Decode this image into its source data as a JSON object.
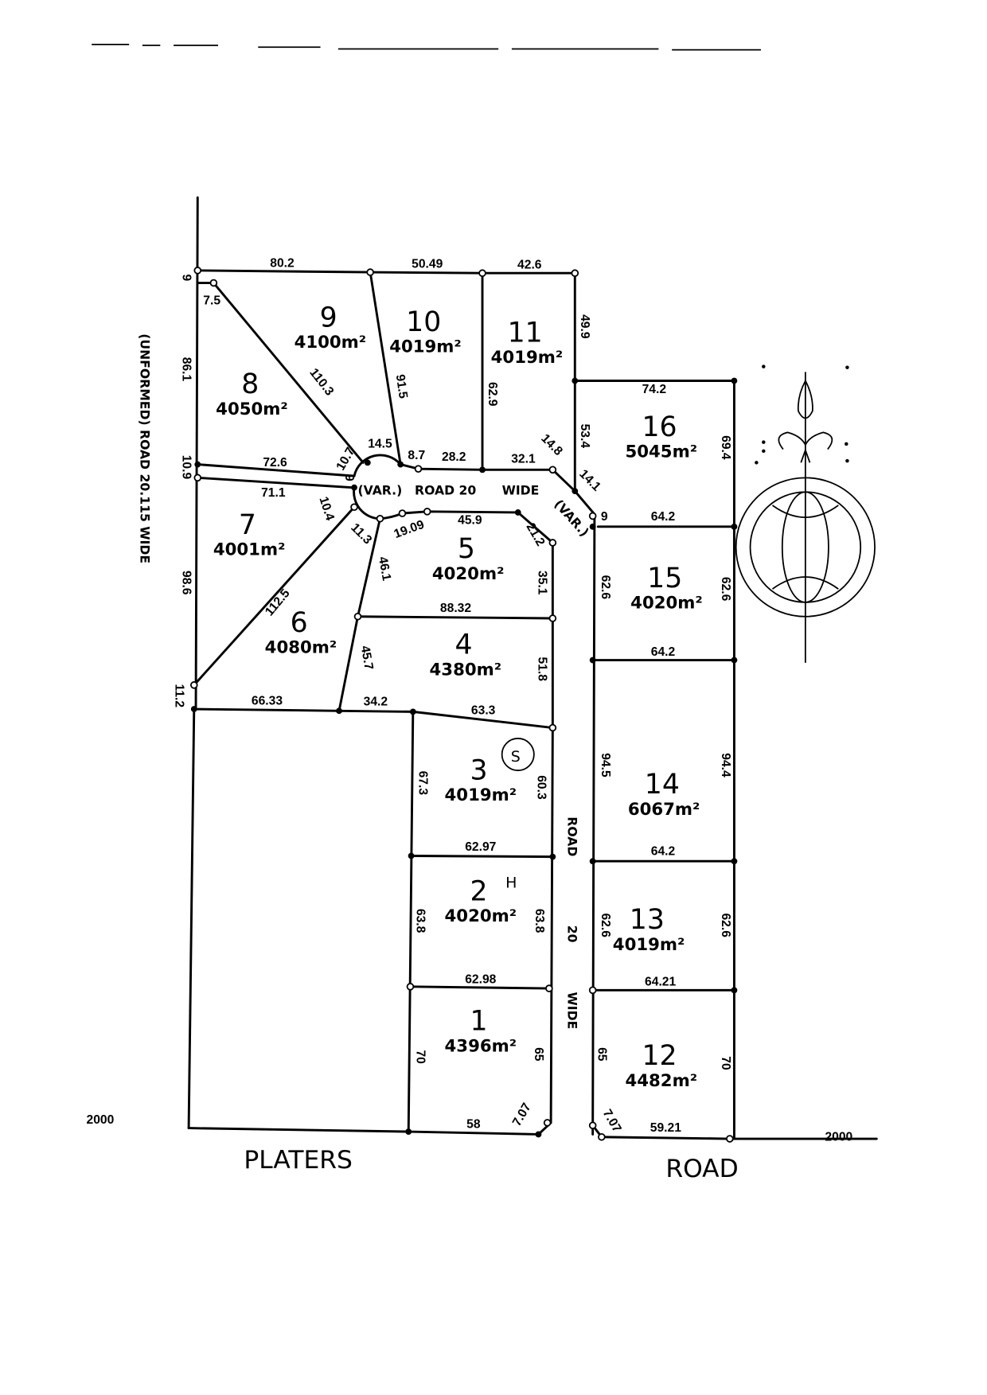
{
  "title_road_labels": {
    "unformed_road": "(UNFORMED) ROAD 20.115 WIDE",
    "cul_de_sac_var": "(VAR.)",
    "cul_de_sac_road": "ROAD 20",
    "cul_de_sac_wide": "WIDE",
    "corner_var": "(VAR.)",
    "vertical_road": "ROAD",
    "vertical_20": "20",
    "vertical_wide": "WIDE",
    "platers": "PLATERS",
    "road": "ROAD",
    "level_left": "2000",
    "level_right": "2000"
  },
  "annotations": {
    "circled": "S",
    "handwritten": "H"
  },
  "lots": [
    {
      "number": "1",
      "area": "4396m²"
    },
    {
      "number": "2",
      "area": "4020m²"
    },
    {
      "number": "3",
      "area": "4019m²"
    },
    {
      "number": "4",
      "area": "4380m²"
    },
    {
      "number": "5",
      "area": "4020m²"
    },
    {
      "number": "6",
      "area": "4080m²"
    },
    {
      "number": "7",
      "area": "4001m²"
    },
    {
      "number": "8",
      "area": "4050m²"
    },
    {
      "number": "9",
      "area": "4100m²"
    },
    {
      "number": "10",
      "area": "4019m²"
    },
    {
      "number": "11",
      "area": "4019m²"
    },
    {
      "number": "12",
      "area": "4482m²"
    },
    {
      "number": "13",
      "area": "4019m²"
    },
    {
      "number": "14",
      "area": "6067m²"
    },
    {
      "number": "15",
      "area": "4020m²"
    },
    {
      "number": "16",
      "area": "5045m²"
    }
  ],
  "dims": [
    "80.2",
    "50.49",
    "42.6",
    "9",
    "7.5",
    "49.9",
    "86.1",
    "110.3",
    "91.5",
    "62.9",
    "74.2",
    "53.4",
    "69.4",
    "14.5",
    "8.7",
    "28.2",
    "32.1",
    "14.8",
    "14.1",
    "10.9",
    "72.6",
    "10.7",
    "9",
    "71.1",
    "10.4",
    "11.3",
    "19.09",
    "45.9",
    "21.2",
    "9",
    "64.2",
    "98.6",
    "46.1",
    "35.1",
    "62.6",
    "62.6",
    "112.5",
    "88.32",
    "45.7",
    "51.8",
    "64.2",
    "11.2",
    "66.33",
    "34.2",
    "63.3",
    "67.3",
    "60.3",
    "94.5",
    "94.4",
    "62.97",
    "64.2",
    "63.8",
    "63.8",
    "62.6",
    "62.6",
    "62.98",
    "64.21",
    "70",
    "65",
    "65",
    "70",
    "58",
    "7.07",
    "7.07",
    "59.21"
  ],
  "compass": {
    "icon": "north-arrow-compass-icon"
  }
}
